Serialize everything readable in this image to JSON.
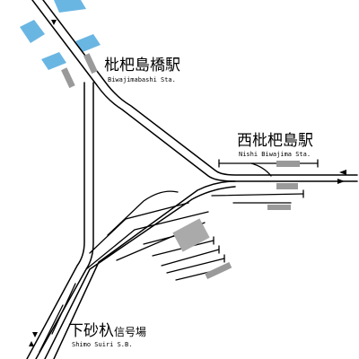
{
  "stations": {
    "biwajimabashi": {
      "name_ja": "枇杷島橋駅",
      "name_en": "Biwajimabashi Sta."
    },
    "nishi_biwajima": {
      "name_ja": "西枇杷島駅",
      "name_en": "Nishi Biwajima Sta."
    },
    "shimo_suiri": {
      "name_ja_main": "下砂杁",
      "name_ja_suffix": "信号場",
      "name_en": "Shimo Suiri S.B."
    }
  },
  "colors": {
    "river": "#5aaee0",
    "platform": "#9a9a9a",
    "track": "#000000"
  }
}
